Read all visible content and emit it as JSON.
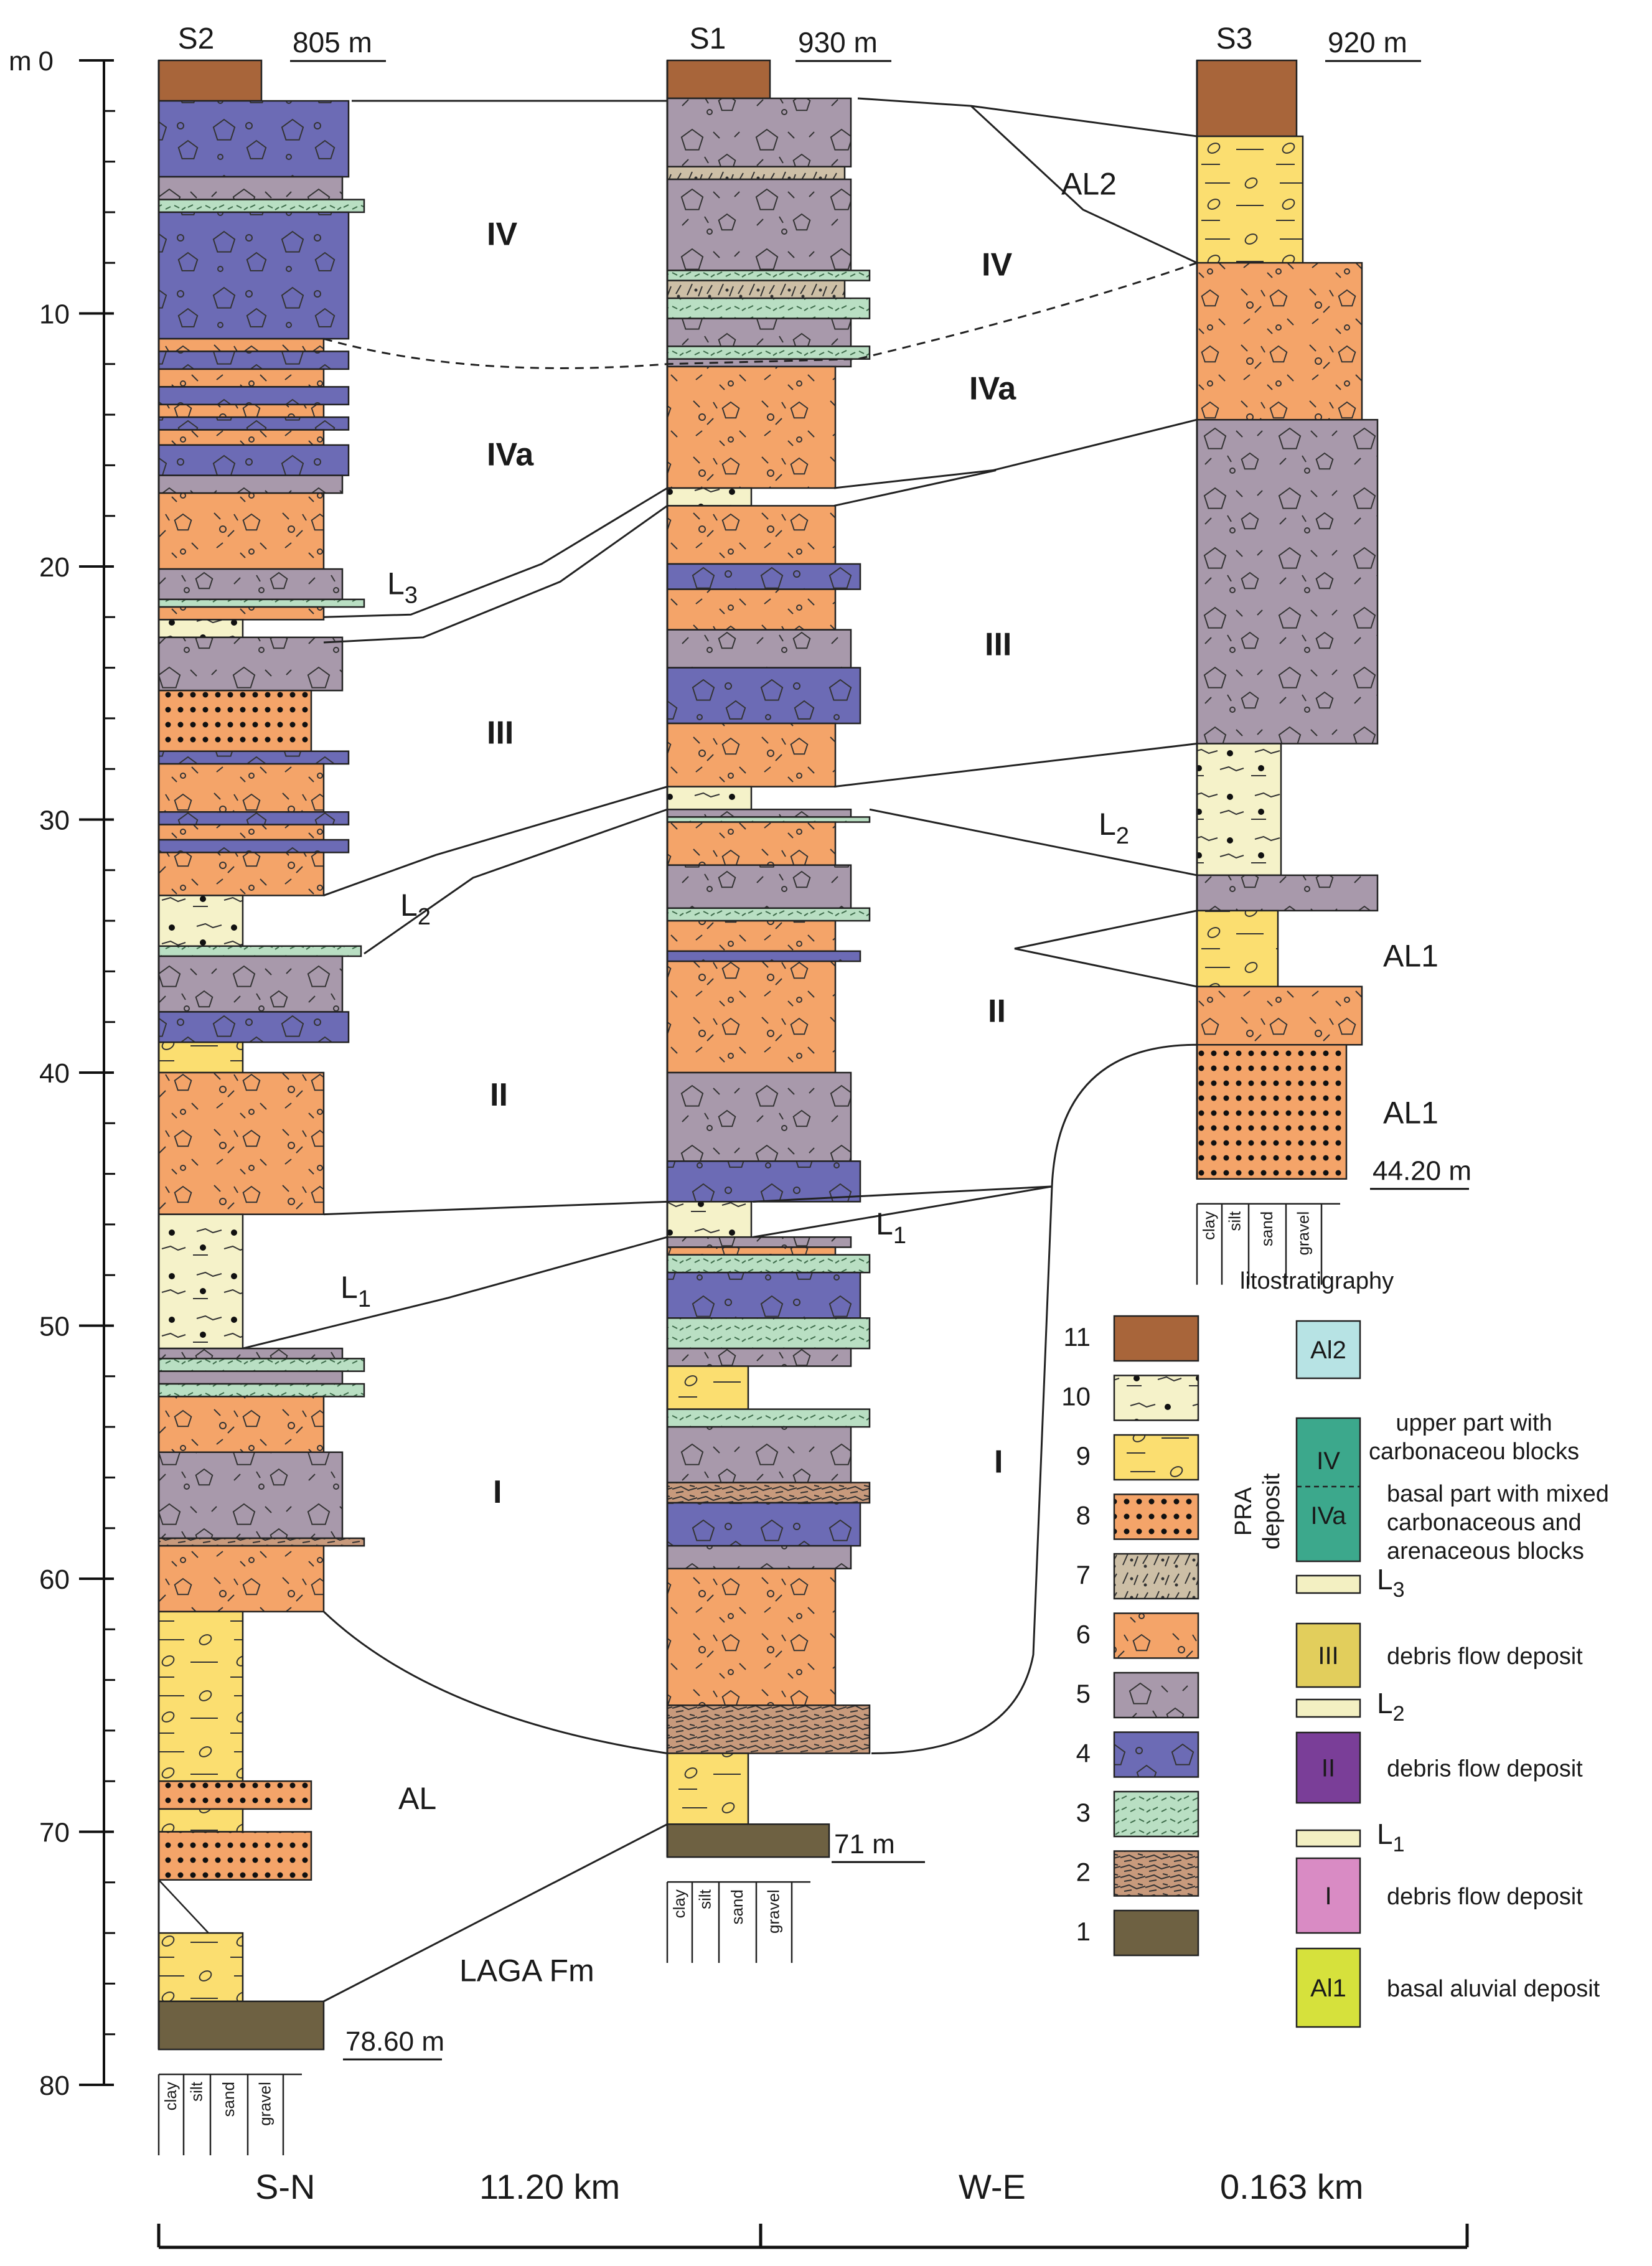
{
  "figure": {
    "depth_axis": {
      "unit_label": "m",
      "ticks": [
        0,
        10,
        20,
        30,
        40,
        50,
        60,
        70,
        80
      ],
      "max": 80
    },
    "columns": [
      {
        "id": "S2",
        "name": "S2",
        "elevation": "805 m",
        "base_depth_label": "78.60",
        "base_unit": "m",
        "beds": [
          {
            "top": 0,
            "base": 1.6,
            "pattern": 11
          },
          {
            "top": 1.6,
            "base": 4.6,
            "pattern": 4
          },
          {
            "top": 4.6,
            "base": 5.5,
            "pattern": 5
          },
          {
            "top": 5.5,
            "base": 6.0,
            "pattern": 3
          },
          {
            "top": 6.0,
            "base": 11.0,
            "pattern": 4
          },
          {
            "top": 11.0,
            "base": 11.5,
            "pattern": 6
          },
          {
            "top": 11.5,
            "base": 12.2,
            "pattern": 4
          },
          {
            "top": 12.2,
            "base": 12.9,
            "pattern": 6
          },
          {
            "top": 12.9,
            "base": 13.6,
            "pattern": 4
          },
          {
            "top": 13.6,
            "base": 14.1,
            "pattern": 6
          },
          {
            "top": 14.1,
            "base": 14.6,
            "pattern": 4
          },
          {
            "top": 14.6,
            "base": 15.2,
            "pattern": 6
          },
          {
            "top": 15.2,
            "base": 16.4,
            "pattern": 4
          },
          {
            "top": 16.4,
            "base": 17.1,
            "pattern": 5
          },
          {
            "top": 17.1,
            "base": 20.1,
            "pattern": 6
          },
          {
            "top": 20.1,
            "base": 21.3,
            "pattern": 5
          },
          {
            "top": 21.3,
            "base": 21.6,
            "pattern": 3
          },
          {
            "top": 21.6,
            "base": 22.1,
            "pattern": 6
          },
          {
            "top": 22.1,
            "base": 22.8,
            "pattern": 10
          },
          {
            "top": 22.8,
            "base": 24.9,
            "pattern": 5
          },
          {
            "top": 24.9,
            "base": 27.3,
            "pattern": 8
          },
          {
            "top": 27.3,
            "base": 27.8,
            "pattern": 4
          },
          {
            "top": 27.8,
            "base": 29.7,
            "pattern": 6
          },
          {
            "top": 29.7,
            "base": 30.2,
            "pattern": 4
          },
          {
            "top": 30.2,
            "base": 30.8,
            "pattern": 6
          },
          {
            "top": 30.8,
            "base": 31.3,
            "pattern": 4
          },
          {
            "top": 31.3,
            "base": 33.0,
            "pattern": 6
          },
          {
            "top": 33.0,
            "base": 35.0,
            "pattern": 10
          },
          {
            "top": 35.0,
            "base": 35.4,
            "pattern": 3
          },
          {
            "top": 35.4,
            "base": 37.6,
            "pattern": 5
          },
          {
            "top": 37.6,
            "base": 38.8,
            "pattern": 4
          },
          {
            "top": 38.8,
            "base": 40.0,
            "pattern": 9
          },
          {
            "top": 40.0,
            "base": 45.6,
            "pattern": 6
          },
          {
            "top": 45.6,
            "base": 50.9,
            "pattern": 10
          },
          {
            "top": 50.9,
            "base": 51.3,
            "pattern": 5
          },
          {
            "top": 51.3,
            "base": 51.8,
            "pattern": 3
          },
          {
            "top": 51.8,
            "base": 52.3,
            "pattern": 5
          },
          {
            "top": 52.3,
            "base": 52.8,
            "pattern": 3
          },
          {
            "top": 52.8,
            "base": 55.0,
            "pattern": 6
          },
          {
            "top": 55.0,
            "base": 58.4,
            "pattern": 5
          },
          {
            "top": 58.4,
            "base": 58.7,
            "pattern": 2
          },
          {
            "top": 58.7,
            "base": 61.3,
            "pattern": 6
          },
          {
            "top": 61.3,
            "base": 68.0,
            "pattern": 9
          },
          {
            "top": 68.0,
            "base": 69.1,
            "pattern": 8
          },
          {
            "top": 69.1,
            "base": 70.0,
            "pattern": 9
          },
          {
            "top": 70.0,
            "base": 71.9,
            "pattern": 8
          },
          {
            "top": 71.9,
            "base": 74.0,
            "pattern": 0
          },
          {
            "top": 74.0,
            "base": 76.7,
            "pattern": 9
          },
          {
            "top": 76.7,
            "base": 78.6,
            "pattern": 1
          }
        ]
      },
      {
        "id": "S1",
        "name": "S1",
        "elevation": "930 m",
        "base_depth_label": "71 m",
        "base_unit": "",
        "beds": [
          {
            "top": 0,
            "base": 1.5,
            "pattern": 11
          },
          {
            "top": 1.5,
            "base": 4.2,
            "pattern": 5
          },
          {
            "top": 4.2,
            "base": 4.7,
            "pattern": 7
          },
          {
            "top": 4.7,
            "base": 8.3,
            "pattern": 5
          },
          {
            "top": 8.3,
            "base": 8.7,
            "pattern": 3
          },
          {
            "top": 8.7,
            "base": 9.4,
            "pattern": 7
          },
          {
            "top": 9.4,
            "base": 10.2,
            "pattern": 3
          },
          {
            "top": 10.2,
            "base": 11.3,
            "pattern": 5
          },
          {
            "top": 11.3,
            "base": 11.8,
            "pattern": 3
          },
          {
            "top": 11.8,
            "base": 12.1,
            "pattern": 5
          },
          {
            "top": 12.1,
            "base": 16.9,
            "pattern": 6
          },
          {
            "top": 16.9,
            "base": 17.6,
            "pattern": 10
          },
          {
            "top": 17.6,
            "base": 19.9,
            "pattern": 6
          },
          {
            "top": 19.9,
            "base": 20.9,
            "pattern": 4
          },
          {
            "top": 20.9,
            "base": 22.5,
            "pattern": 6
          },
          {
            "top": 22.5,
            "base": 24.0,
            "pattern": 5
          },
          {
            "top": 24.0,
            "base": 26.2,
            "pattern": 4
          },
          {
            "top": 26.2,
            "base": 28.7,
            "pattern": 6
          },
          {
            "top": 28.7,
            "base": 29.6,
            "pattern": 10
          },
          {
            "top": 29.6,
            "base": 29.9,
            "pattern": 5
          },
          {
            "top": 29.9,
            "base": 30.1,
            "pattern": 3
          },
          {
            "top": 30.1,
            "base": 31.8,
            "pattern": 6
          },
          {
            "top": 31.8,
            "base": 33.5,
            "pattern": 5
          },
          {
            "top": 33.5,
            "base": 34.0,
            "pattern": 3
          },
          {
            "top": 34.0,
            "base": 35.2,
            "pattern": 6
          },
          {
            "top": 35.2,
            "base": 35.6,
            "pattern": 4
          },
          {
            "top": 35.6,
            "base": 40.0,
            "pattern": 6
          },
          {
            "top": 40.0,
            "base": 43.5,
            "pattern": 5
          },
          {
            "top": 43.5,
            "base": 45.1,
            "pattern": 4
          },
          {
            "top": 45.1,
            "base": 46.5,
            "pattern": 10
          },
          {
            "top": 46.5,
            "base": 46.9,
            "pattern": 5
          },
          {
            "top": 46.9,
            "base": 47.2,
            "pattern": 6
          },
          {
            "top": 47.2,
            "base": 47.9,
            "pattern": 3
          },
          {
            "top": 47.9,
            "base": 49.7,
            "pattern": 4
          },
          {
            "top": 49.7,
            "base": 50.9,
            "pattern": 3
          },
          {
            "top": 50.9,
            "base": 51.6,
            "pattern": 5
          },
          {
            "top": 51.6,
            "base": 53.3,
            "pattern": 9
          },
          {
            "top": 53.3,
            "base": 54.0,
            "pattern": 3
          },
          {
            "top": 54.0,
            "base": 56.2,
            "pattern": 5
          },
          {
            "top": 56.2,
            "base": 57.0,
            "pattern": 2
          },
          {
            "top": 57.0,
            "base": 58.7,
            "pattern": 4
          },
          {
            "top": 58.7,
            "base": 59.6,
            "pattern": 5
          },
          {
            "top": 59.6,
            "base": 65.0,
            "pattern": 6
          },
          {
            "top": 65.0,
            "base": 66.9,
            "pattern": 2
          },
          {
            "top": 66.9,
            "base": 69.7,
            "pattern": 9
          },
          {
            "top": 69.7,
            "base": 71.0,
            "pattern": 1
          }
        ]
      },
      {
        "id": "S3",
        "name": "S3",
        "elevation": "920 m",
        "base_depth_label": "44.20",
        "base_unit": "m",
        "beds": [
          {
            "top": 0,
            "base": 3.0,
            "pattern": 11
          },
          {
            "top": 3.0,
            "base": 8.0,
            "pattern": 9
          },
          {
            "top": 8.0,
            "base": 14.2,
            "pattern": 6
          },
          {
            "top": 14.2,
            "base": 27.0,
            "pattern": 5
          },
          {
            "top": 27.0,
            "base": 32.2,
            "pattern": 10
          },
          {
            "top": 32.2,
            "base": 33.6,
            "pattern": 5
          },
          {
            "top": 33.6,
            "base": 36.6,
            "pattern": 9
          },
          {
            "top": 36.6,
            "base": 38.9,
            "pattern": 6
          },
          {
            "top": 38.9,
            "base": 44.2,
            "pattern": 8
          }
        ]
      }
    ],
    "grain_scale": [
      "clay",
      "silt",
      "sand",
      "gravel"
    ],
    "unit_labels": {
      "IV": "IV",
      "IVa": "IVa",
      "III": "III",
      "II": "II",
      "I": "I",
      "AL": "AL",
      "AL1": "AL1",
      "AL2": "AL2",
      "LAGA": "LAGA Fm",
      "L": "L",
      "sub1": "1",
      "sub2": "2",
      "sub3": "3"
    },
    "legend": {
      "title": "litostratigraphy",
      "patterns": [
        {
          "number": "11",
          "pattern": 11
        },
        {
          "number": "10",
          "pattern": 10
        },
        {
          "number": "9",
          "pattern": 9
        },
        {
          "number": "8",
          "pattern": 8
        },
        {
          "number": "7",
          "pattern": 7
        },
        {
          "number": "6",
          "pattern": 6
        },
        {
          "number": "5",
          "pattern": 5
        },
        {
          "number": "4",
          "pattern": 4
        },
        {
          "number": "3",
          "pattern": 3
        },
        {
          "number": "2",
          "pattern": 2
        },
        {
          "number": "1",
          "pattern": 1
        }
      ],
      "units": [
        {
          "key": "Al2",
          "label": "Al2",
          "color": "#b7e3e4",
          "desc": [
            ""
          ]
        },
        {
          "key": "IVIVa",
          "label": "",
          "color": "#3ca88c",
          "desc": [
            "upper part with",
            "carbonaceou blocks",
            "basal part with mixed",
            "carbonaceous and",
            "arenaceous blocks"
          ],
          "sub_labels": [
            "IV",
            "IVa"
          ],
          "group_label": [
            "PRA",
            "deposit"
          ]
        },
        {
          "key": "L3",
          "label": "",
          "color": "#f3f0c2",
          "desc": [
            "L3"
          ]
        },
        {
          "key": "III",
          "label": "III",
          "color": "#e2ce5c",
          "desc": [
            "debris flow deposit"
          ]
        },
        {
          "key": "L2",
          "label": "",
          "color": "#f3f0c2",
          "desc": [
            "L2"
          ]
        },
        {
          "key": "II",
          "label": "II",
          "color": "#7a3e98",
          "desc": [
            "debris flow deposit"
          ]
        },
        {
          "key": "L1",
          "label": "",
          "color": "#f3f0c2",
          "desc": [
            "L1"
          ]
        },
        {
          "key": "I",
          "label": "I",
          "color": "#d98bc4",
          "desc": [
            "debris flow deposit"
          ]
        },
        {
          "key": "Al1",
          "label": "Al1",
          "color": "#d6e13c",
          "desc": [
            "basal aluvial deposit"
          ]
        }
      ]
    },
    "scale_bar": {
      "left_dir": "S-N",
      "left_dist": "11.20 km",
      "right_dir": "W-E",
      "right_dist": "0.163 km"
    },
    "colors": {
      "p1": "#6e6142",
      "p2": "#c89a7c",
      "p3": "#b9dfc3",
      "p4": "#6c6bb5",
      "p5": "#a899ab",
      "p6": "#f4a469",
      "p7": "#cdbfa6",
      "p8": "#f4a469",
      "p9": "#fbde70",
      "p10": "#f5f2c9",
      "p11": "#a8653a"
    }
  }
}
